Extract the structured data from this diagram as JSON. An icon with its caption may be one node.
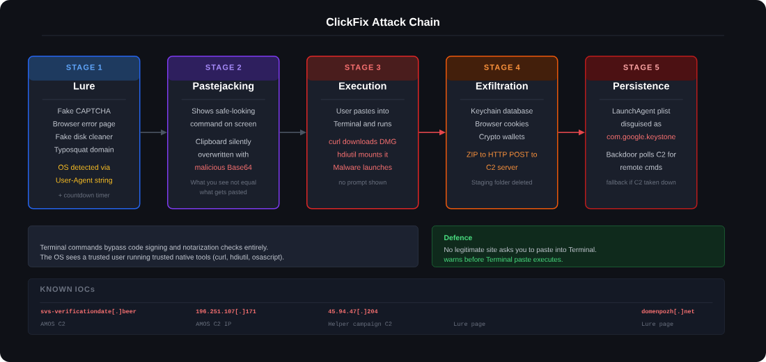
{
  "diagram": {
    "title": "ClickFix Attack Chain",
    "nodes": [
      {
        "text": [
          "STAGE 1",
          "Lure",
          "Fake CAPTCHA",
          "Browser error page",
          "Fake disk cleaner",
          "Typosquat domain",
          "OS detected via User-Agent string",
          "+ countdown timer"
        ]
      },
      {
        "text": [
          "STAGE 2",
          "Pastejacking",
          "Shows safe-looking command on screen",
          "Clipboard silently overwritten with",
          "malicious Base64",
          "What you see not equal what gets pasted"
        ]
      },
      {
        "text": [
          "STAGE 3",
          "Execution",
          "User pastes into Terminal and runs",
          "curl downloads DMG",
          "hdiutil mounts it",
          "Malware launches",
          "no prompt shown"
        ]
      },
      {
        "text": [
          "STAGE 4",
          "Exfiltration",
          "Keychain database",
          "Browser cookies",
          "Crypto wallets",
          "ZIP to HTTP POST to C2 server",
          "Staging folder deleted"
        ]
      },
      {
        "text": [
          "STAGE 5",
          "Persistence",
          "LaunchAgent plist disguised as",
          "com.google.keystone",
          "Backdoor polls C2 for remote cmds",
          "fallback if C2 taken down"
        ]
      },
      {
        "text": [
          "Terminal commands bypass code signing and notarization checks entirely.",
          "The OS sees a trusted user running trusted native tools (curl, hdiutil, osascript)."
        ]
      },
      {
        "text": [
          "Defence",
          "No legitimate site asks you to paste into Terminal.",
          "warns before Terminal paste executes."
        ]
      },
      {
        "text": [
          "KNOWN IOCs"
        ]
      }
    ],
    "edges": [
      {
        "from": 0,
        "to": 1,
        "arrow": "to"
      },
      {
        "from": 1,
        "to": 2,
        "arrow": "to"
      },
      {
        "from": 2,
        "to": 3,
        "arrow": "to",
        "color": "#e5484d"
      },
      {
        "from": 3,
        "to": 4,
        "arrow": "to",
        "color": "#e5484d"
      }
    ],
    "labels": [
      "svs-verificationdate[.]beer",
      "196.251.107[.]171",
      "45.94.47[.]204",
      "domenpozh[.]net",
      "AMOS C2",
      "AMOS C2 IP",
      "Helper campaign C2",
      "Lure page",
      "Lure page"
    ]
  }
}
